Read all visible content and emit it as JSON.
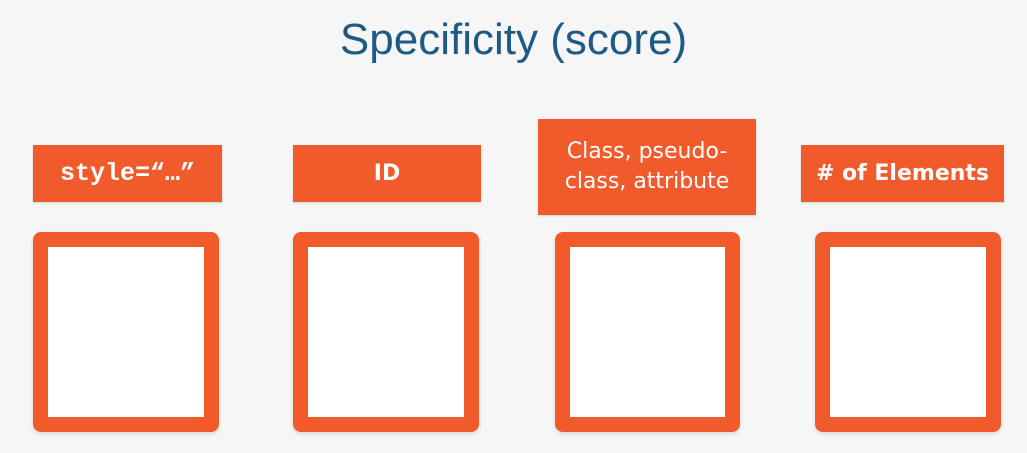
{
  "title": "Specificity (score)",
  "columns": [
    {
      "label": "style=“…”"
    },
    {
      "label": "ID"
    },
    {
      "label": "Class, pseudo-class, attribute"
    },
    {
      "label": "# of Elements"
    }
  ],
  "colors": {
    "accent": "#f15a2b",
    "title": "#1f5a84"
  }
}
